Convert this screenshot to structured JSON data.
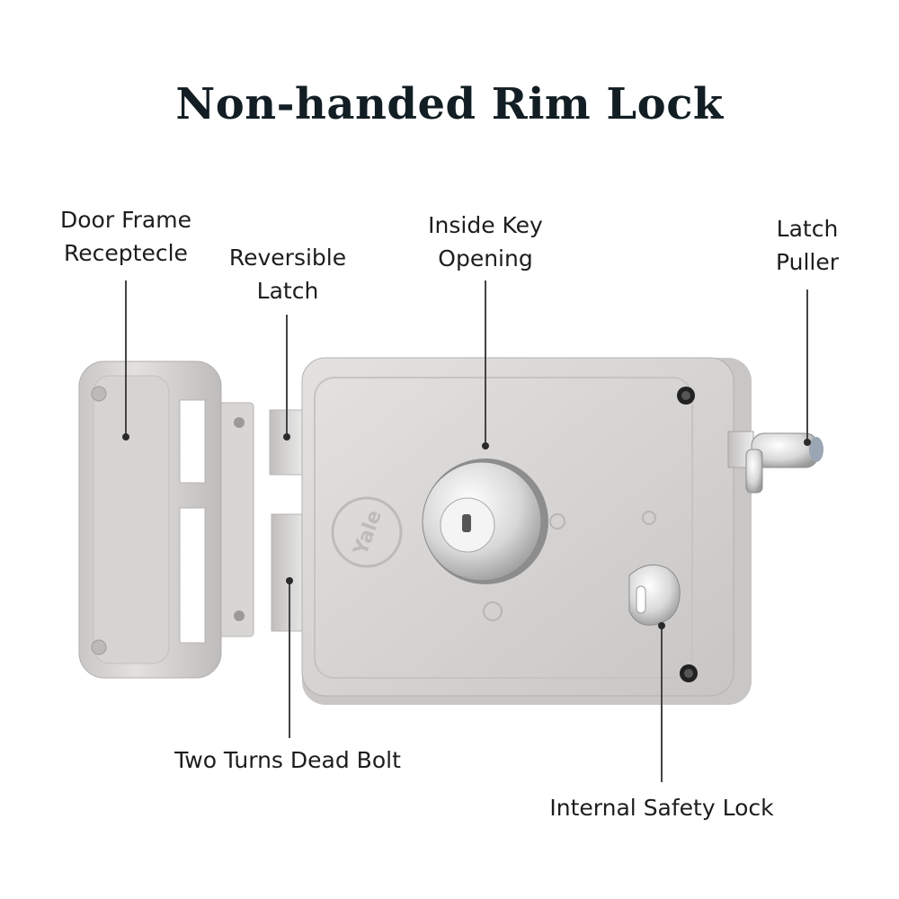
{
  "title": "Non-handed Rim Lock",
  "brand": "Yale",
  "labels": {
    "door_frame": [
      "Door Frame",
      "Receptecle"
    ],
    "reversible_latch": [
      "Reversible",
      "Latch"
    ],
    "inside_key": [
      "Inside Key",
      "Opening"
    ],
    "latch_puller": [
      "Latch",
      "Puller"
    ],
    "dead_bolt": "Two Turns Dead Bolt",
    "safety_lock": "Internal Safety Lock"
  },
  "colors": {
    "title": "#121e24",
    "body_metal": "#d3d1cf",
    "chrome": "#e8e8e8"
  }
}
